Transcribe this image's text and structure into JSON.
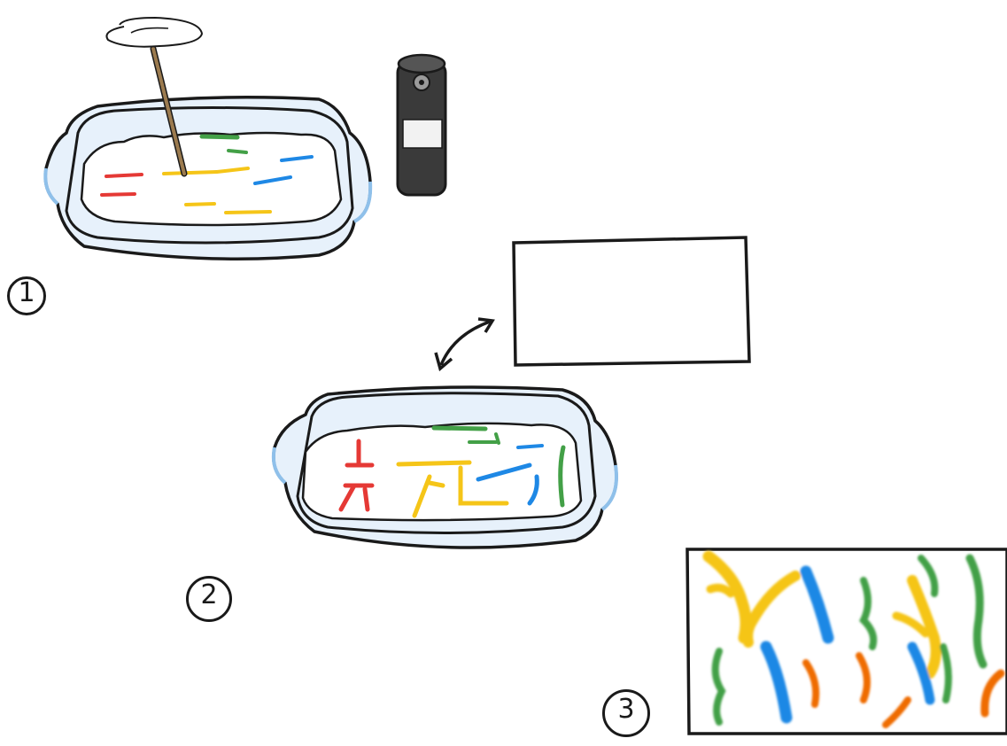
{
  "steps": [
    {
      "label": "1"
    },
    {
      "label": "2"
    },
    {
      "label": "3"
    }
  ],
  "colors": {
    "outline": "#1a1a1a",
    "dish_tint": "#cfe3f5",
    "red": "#e53935",
    "yellow": "#f5c518",
    "green": "#43a047",
    "blue": "#1e88e5",
    "orange": "#ef6c00",
    "stick": "#9c7b4f",
    "can_body": "#3a3a3a"
  }
}
